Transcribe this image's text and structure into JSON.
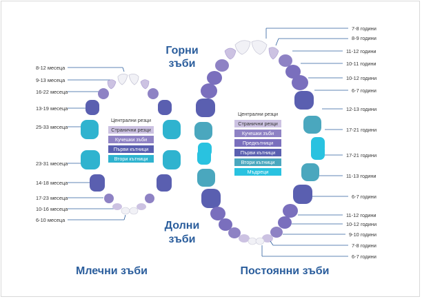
{
  "titles": {
    "upper": [
      "Горни",
      "зъби"
    ],
    "lower": [
      "Долни",
      "зъби"
    ],
    "primary": "Млечни зъби",
    "permanent": "Постоянни зъби"
  },
  "primary_labels": [
    "8-12 месеца",
    "9-13 месеца",
    "16-22 месеца",
    "13-19 месеца",
    "25-33 месеца",
    "23-31 месеца",
    "14-18 месеца",
    "17-23 месеца",
    "10-16 месеца",
    "6-10 месеца"
  ],
  "permanent_labels": [
    "7-8 години",
    "8-9 години",
    "11-12 години",
    "10-11 години",
    "10-12 години",
    "6-7 години",
    "12-13 години",
    "17-21 години",
    "17-21 години",
    "11-13 години",
    "6-7 години",
    "11-12 години",
    "10-12 години",
    "9-10 години",
    "7-8 години",
    "6-7 години"
  ],
  "primary_legend": [
    "Централни резци",
    "Странични резци",
    "Кучешки зъби",
    "Първи кътници",
    "Втори кътници"
  ],
  "permanent_legend": [
    "Централни резци",
    "Странични резци",
    "Кучешки зъби",
    "Предкътници",
    "Първи кътници",
    "Втори кътници",
    "Мъдреци"
  ],
  "colors": {
    "central": "#f1f1f6",
    "lateral": "#ccc2e2",
    "canine": "#8e82c4",
    "premolar": "#7a6fbd",
    "first_molar": "#5a5fb0",
    "second_molar": "#2fb3cf",
    "second_molar_perm": "#4aa7be",
    "wisdom": "#29c2e0",
    "title": "#2a5d9c",
    "line": "#2a5d9c"
  }
}
